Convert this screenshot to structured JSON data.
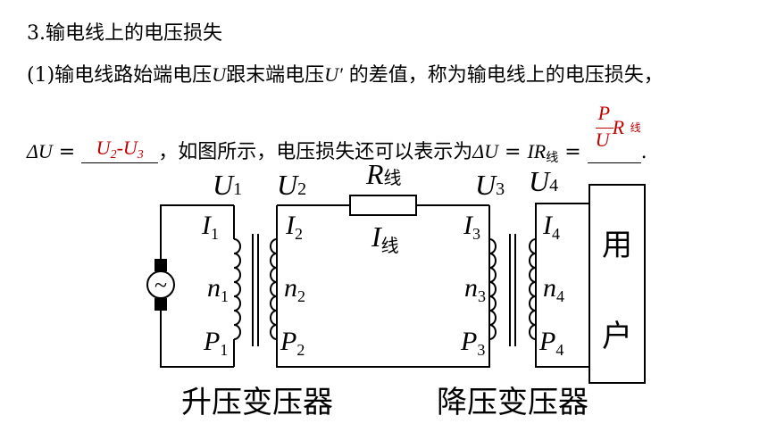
{
  "heading": "3.输电线上的电压损失",
  "para1": {
    "prefix": "(1)输电线路始端电压",
    "U": "U",
    "mid": "跟末端电压",
    "Uprime": "U′",
    "suffix": " 的差值，称为输电线上的电压损失，"
  },
  "para2": {
    "deltaU": "ΔU",
    "eq": " = ",
    "answer1": "U2-U3",
    "middle": "，如图所示，电压损失还可以表示为",
    "deltaU2": "ΔU",
    "IR": "IR",
    "xian": "线",
    "answer2_P": "P",
    "answer2_U": "U",
    "answer2_R": "R",
    "answer2_xian": "线",
    "end": "."
  },
  "diagram": {
    "U1": "U",
    "U1s": "1",
    "U2": "U",
    "U2s": "2",
    "U3": "U",
    "U3s": "3",
    "U4": "U",
    "U4s": "4",
    "R": "R",
    "Rs": "线",
    "I": "I",
    "Is": "线",
    "I1": "I",
    "I1s": "1",
    "I2": "I",
    "I2s": "2",
    "I3": "I",
    "I3s": "3",
    "I4": "I",
    "I4s": "4",
    "n1": "n",
    "n1s": "1",
    "n2": "n",
    "n2s": "2",
    "n3": "n",
    "n3s": "3",
    "n4": "n",
    "n4s": "4",
    "P1": "P",
    "P1s": "1",
    "P2": "P",
    "P2s": "2",
    "P3": "P",
    "P3s": "3",
    "P4": "P",
    "P4s": "4",
    "user1": "用",
    "user2": "户",
    "generator_symbol": "~",
    "step_up": "升压变压器",
    "step_down": "降压变压器"
  }
}
